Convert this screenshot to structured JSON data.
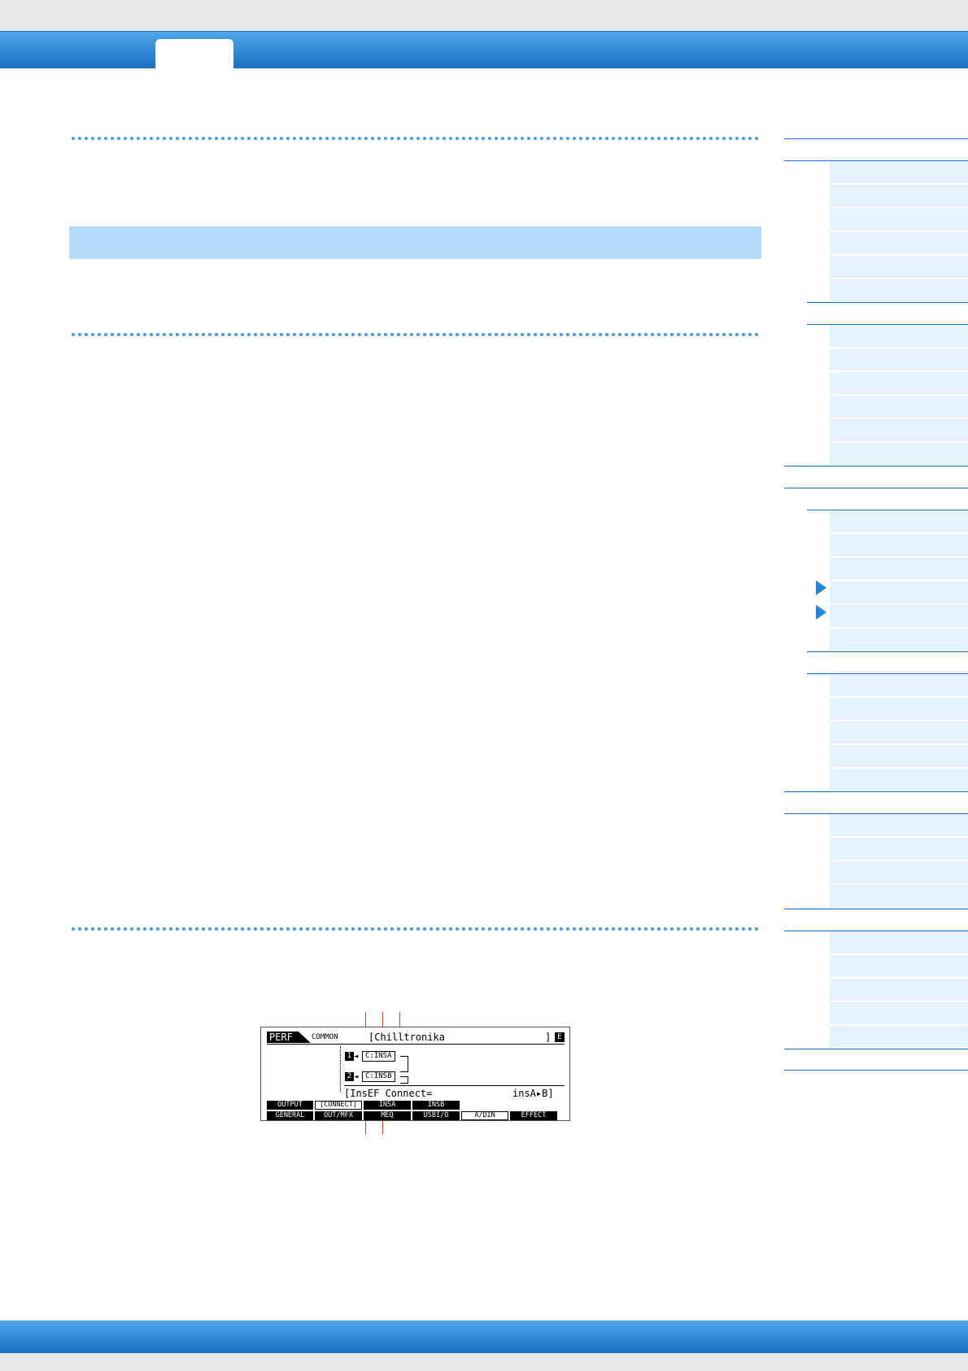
{
  "figure": {
    "lcd": {
      "mode": "PERF",
      "section": "COMMON",
      "performance_name": "[Chilltronika",
      "bracket_close": "]",
      "badge": "E",
      "line1_number": "1",
      "line2_number": "2",
      "ins_a_label": "C:INSA",
      "ins_b_label": "C:INSB",
      "arrow": "◄",
      "param_label": "[InsEF Connect=",
      "param_value": "insA▸B]",
      "upper_tabs": [
        "OUTPUT",
        "[CONNECT]",
        "INSA",
        "INSB",
        "",
        ""
      ],
      "lower_tabs": [
        "GENERAL",
        "OUT/MFX",
        "MEQ",
        "USBI/O",
        "A/DIN",
        "EFFECT"
      ]
    },
    "selected_lower_tab": "A/DIN"
  },
  "colors": {
    "header_blue": "#1b6fc4",
    "band_blue": "#b3dcfb",
    "nav_row": "#e6f2fd",
    "accent_arrow": "#1b86e0",
    "callout": "#d0462e"
  }
}
